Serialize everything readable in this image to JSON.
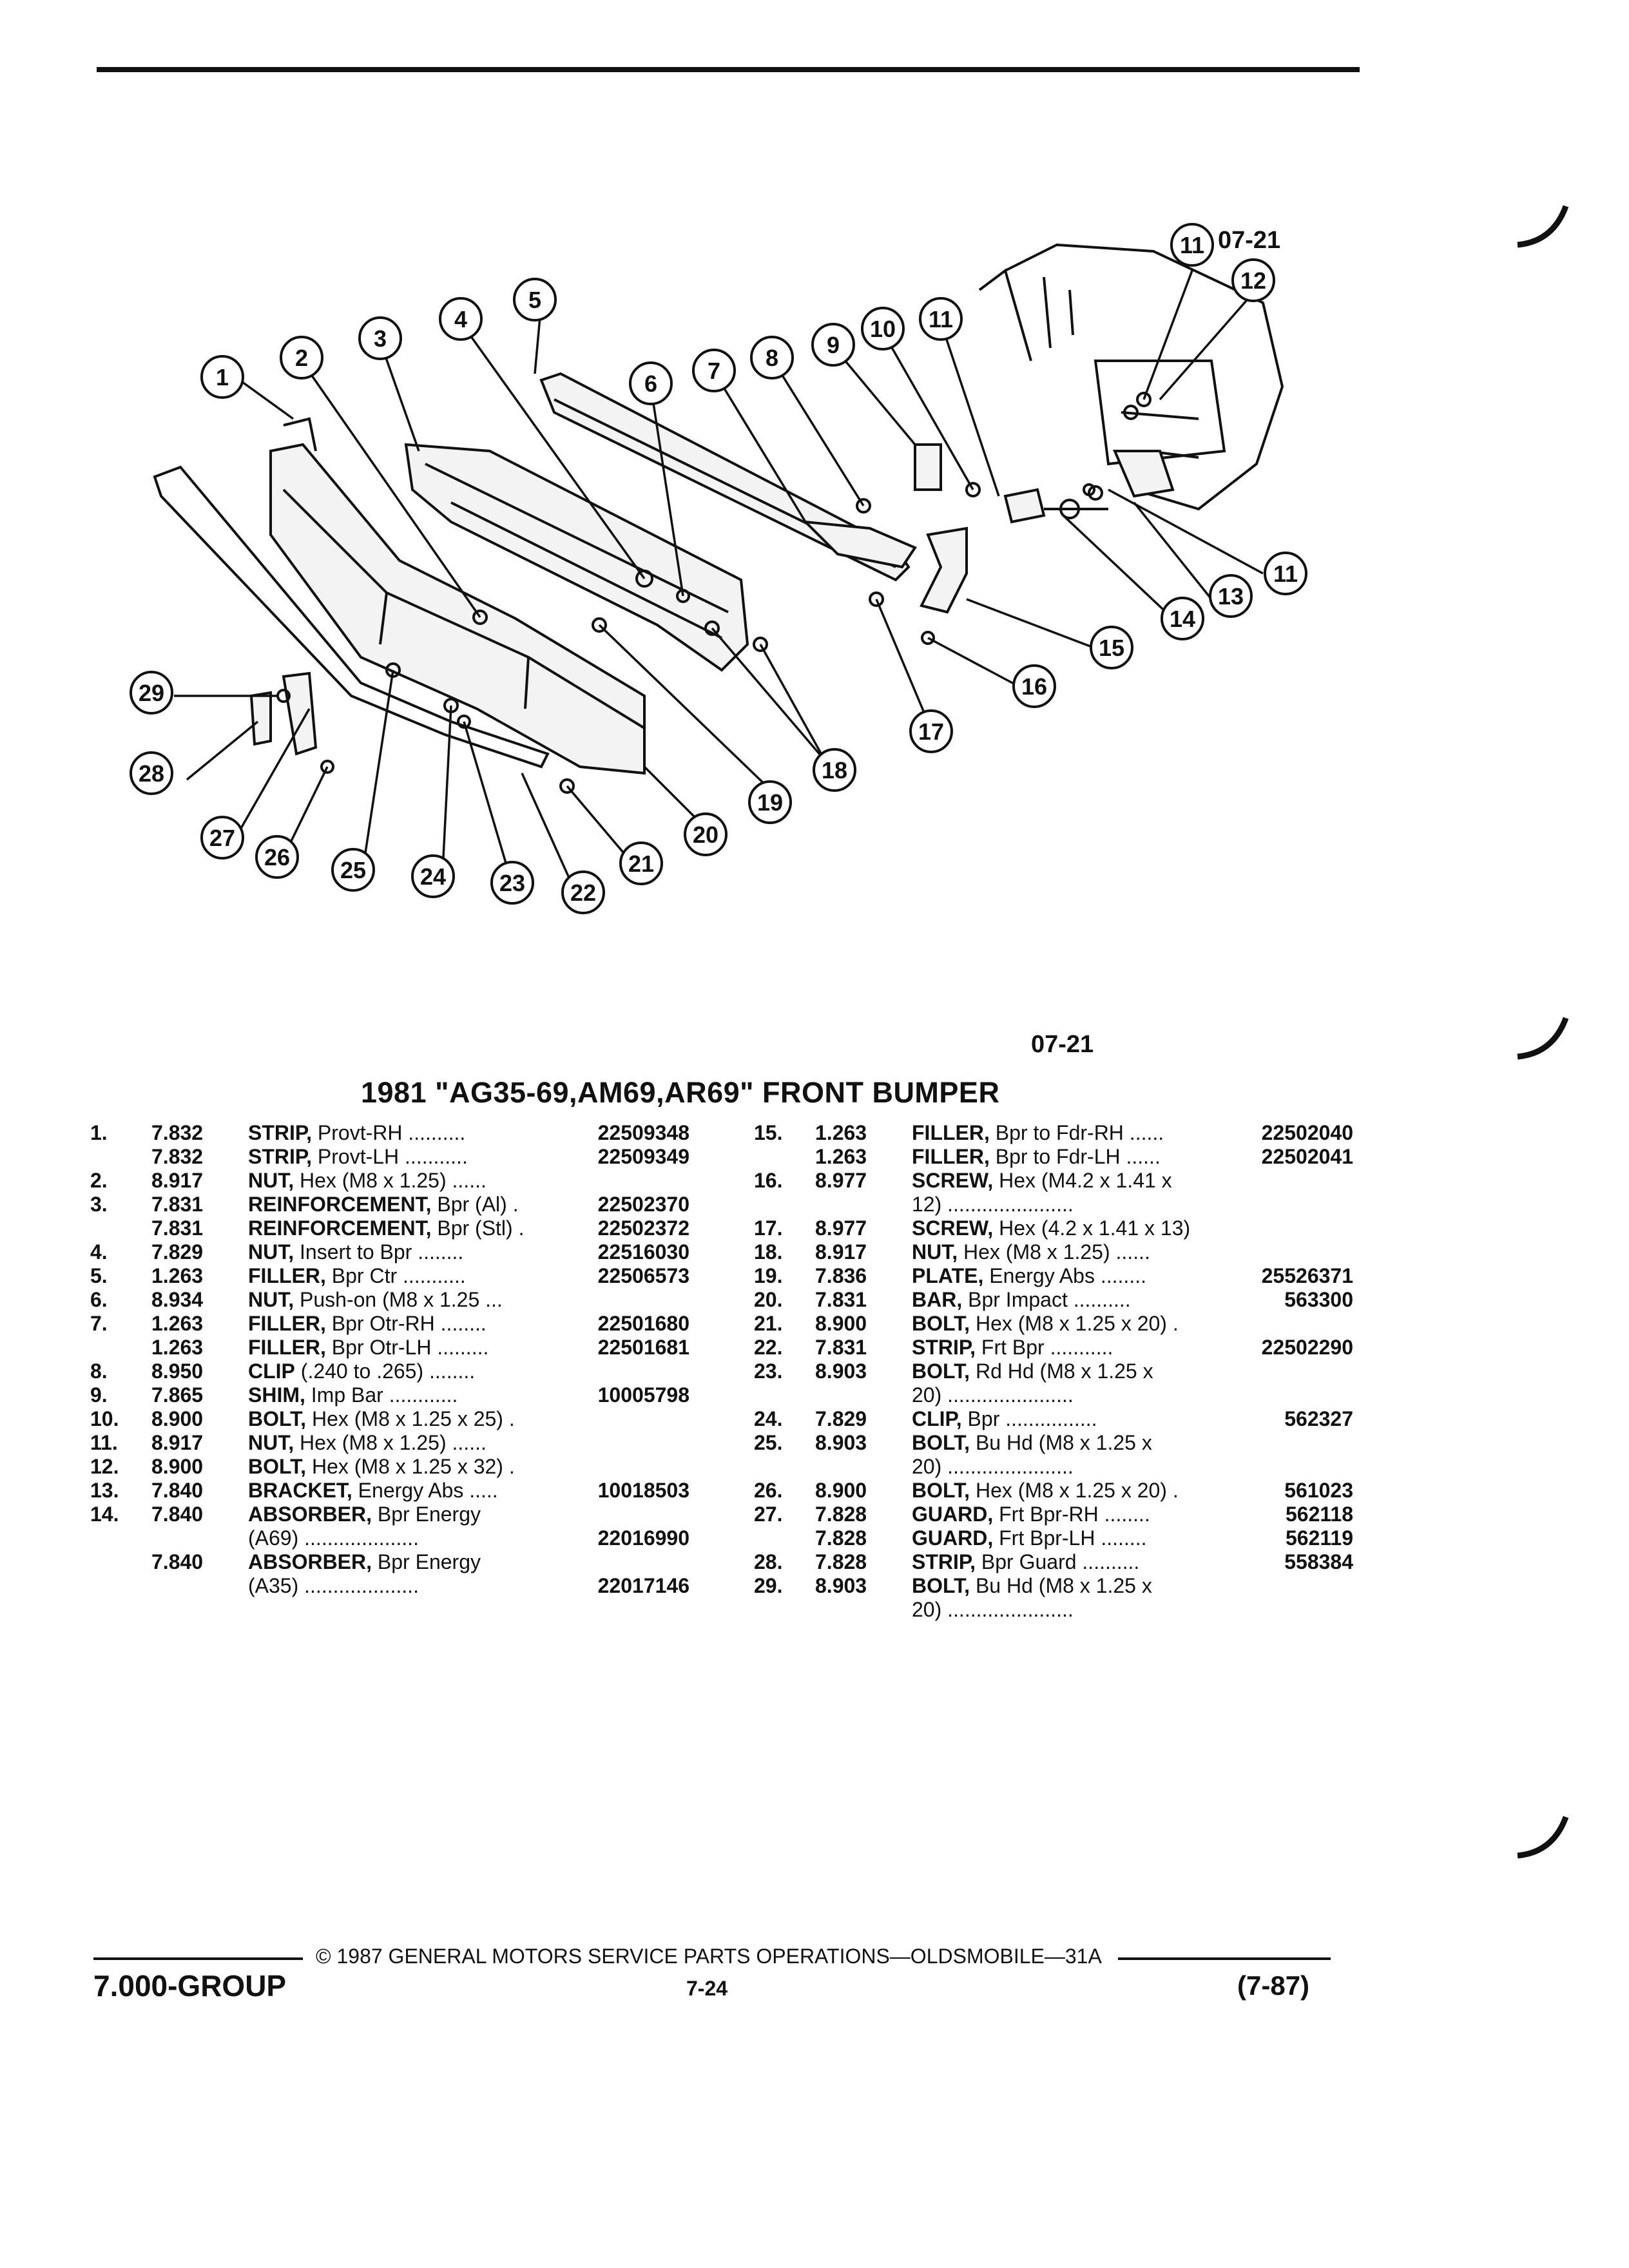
{
  "figure": {
    "code_top": "07-21",
    "code_bottom": "07-21",
    "callouts": [
      "1",
      "2",
      "3",
      "4",
      "5",
      "6",
      "7",
      "8",
      "9",
      "10",
      "11",
      "12",
      "13",
      "14",
      "15",
      "16",
      "17",
      "18",
      "19",
      "20",
      "21",
      "22",
      "23",
      "24",
      "25",
      "26",
      "27",
      "28",
      "29"
    ]
  },
  "title": "1981 \"AG35-69,AM69,AR69\" FRONT BUMPER",
  "parts_left": [
    {
      "num": "1.",
      "group": "7.832",
      "name": "STRIP,",
      "desc": "Provt-RH",
      "dots": " ..........",
      "part": "22509348"
    },
    {
      "num": "",
      "group": "7.832",
      "name": "STRIP,",
      "desc": "Provt-LH",
      "dots": " ...........",
      "part": "22509349"
    },
    {
      "num": "2.",
      "group": "8.917",
      "name": "NUT,",
      "desc": "Hex (M8 x 1.25)",
      "dots": " ......",
      "part": ""
    },
    {
      "num": "3.",
      "group": "7.831",
      "name": "REINFORCEMENT,",
      "desc": "Bpr (Al)",
      "dots": " .",
      "part": "22502370"
    },
    {
      "num": "",
      "group": "7.831",
      "name": "REINFORCEMENT,",
      "desc": "Bpr (Stl)",
      "dots": " .",
      "part": "22502372"
    },
    {
      "num": "4.",
      "group": "7.829",
      "name": "NUT,",
      "desc": "Insert to Bpr",
      "dots": " ........",
      "part": "22516030"
    },
    {
      "num": "5.",
      "group": "1.263",
      "name": "FILLER,",
      "desc": "Bpr Ctr",
      "dots": " ...........",
      "part": "22506573"
    },
    {
      "num": "6.",
      "group": "8.934",
      "name": "NUT,",
      "desc": "Push-on (M8 x 1.25",
      "dots": " ...",
      "part": ""
    },
    {
      "num": "7.",
      "group": "1.263",
      "name": "FILLER,",
      "desc": "Bpr Otr-RH",
      "dots": " ........",
      "part": "22501680"
    },
    {
      "num": "",
      "group": "1.263",
      "name": "FILLER,",
      "desc": "Bpr Otr-LH",
      "dots": " .........",
      "part": "22501681"
    },
    {
      "num": "8.",
      "group": "8.950",
      "name": "CLIP",
      "desc": "(.240 to .265)",
      "dots": " ........",
      "part": ""
    },
    {
      "num": "9.",
      "group": "7.865",
      "name": "SHIM,",
      "desc": "Imp Bar",
      "dots": " ............",
      "part": "10005798"
    },
    {
      "num": "10.",
      "group": "8.900",
      "name": "BOLT,",
      "desc": "Hex (M8 x 1.25 x 25)",
      "dots": " .",
      "part": ""
    },
    {
      "num": "11.",
      "group": "8.917",
      "name": "NUT,",
      "desc": "Hex (M8 x 1.25)",
      "dots": " ......",
      "part": ""
    },
    {
      "num": "12.",
      "group": "8.900",
      "name": "BOLT,",
      "desc": "Hex (M8 x 1.25 x 32)",
      "dots": " .",
      "part": ""
    },
    {
      "num": "13.",
      "group": "7.840",
      "name": "BRACKET,",
      "desc": "Energy Abs",
      "dots": " .....",
      "part": "10018503"
    },
    {
      "num": "14.",
      "group": "7.840",
      "name": "ABSORBER,",
      "desc": "Bpr Energy",
      "dots": "",
      "part": ""
    },
    {
      "num": "",
      "group": "",
      "name": "",
      "desc": "(A69)",
      "dots": " ....................",
      "part": "22016990"
    },
    {
      "num": "",
      "group": "7.840",
      "name": "ABSORBER,",
      "desc": "Bpr Energy",
      "dots": "",
      "part": ""
    },
    {
      "num": "",
      "group": "",
      "name": "",
      "desc": "(A35)",
      "dots": " ....................",
      "part": "22017146"
    }
  ],
  "parts_right": [
    {
      "num": "15.",
      "group": "1.263",
      "name": "FILLER,",
      "desc": "Bpr to Fdr-RH",
      "dots": " ......",
      "part": "22502040"
    },
    {
      "num": "",
      "group": "1.263",
      "name": "FILLER,",
      "desc": "Bpr to Fdr-LH",
      "dots": " ......",
      "part": "22502041"
    },
    {
      "num": "16.",
      "group": "8.977",
      "name": "SCREW,",
      "desc": "Hex (M4.2 x 1.41 x",
      "dots": "",
      "part": ""
    },
    {
      "num": "",
      "group": "",
      "name": "",
      "desc": "12)",
      "dots": " ......................",
      "part": ""
    },
    {
      "num": "17.",
      "group": "8.977",
      "name": "SCREW,",
      "desc": "Hex (4.2 x 1.41 x 13)",
      "dots": "",
      "part": ""
    },
    {
      "num": "18.",
      "group": "8.917",
      "name": "NUT,",
      "desc": "Hex (M8 x 1.25)",
      "dots": " ......",
      "part": ""
    },
    {
      "num": "19.",
      "group": "7.836",
      "name": "PLATE,",
      "desc": "Energy Abs",
      "dots": " ........",
      "part": "25526371"
    },
    {
      "num": "20.",
      "group": "7.831",
      "name": "BAR,",
      "desc": "Bpr Impact",
      "dots": " ..........",
      "part": "563300"
    },
    {
      "num": "21.",
      "group": "8.900",
      "name": "BOLT,",
      "desc": "Hex (M8 x 1.25 x 20)",
      "dots": " .",
      "part": ""
    },
    {
      "num": "22.",
      "group": "7.831",
      "name": "STRIP,",
      "desc": "Frt Bpr",
      "dots": " ...........",
      "part": "22502290"
    },
    {
      "num": "23.",
      "group": "8.903",
      "name": "BOLT,",
      "desc": "Rd Hd (M8 x 1.25 x",
      "dots": "",
      "part": ""
    },
    {
      "num": "",
      "group": "",
      "name": "",
      "desc": "20)",
      "dots": " ......................",
      "part": ""
    },
    {
      "num": "24.",
      "group": "7.829",
      "name": "CLIP,",
      "desc": "Bpr",
      "dots": " ................",
      "part": "562327"
    },
    {
      "num": "25.",
      "group": "8.903",
      "name": "BOLT,",
      "desc": "Bu Hd (M8 x 1.25 x",
      "dots": "",
      "part": ""
    },
    {
      "num": "",
      "group": "",
      "name": "",
      "desc": "20)",
      "dots": " ......................",
      "part": ""
    },
    {
      "num": "26.",
      "group": "8.900",
      "name": "BOLT,",
      "desc": "Hex (M8 x 1.25 x 20)",
      "dots": " .",
      "part": "561023"
    },
    {
      "num": "27.",
      "group": "7.828",
      "name": "GUARD,",
      "desc": "Frt Bpr-RH",
      "dots": " ........",
      "part": "562118"
    },
    {
      "num": "",
      "group": "7.828",
      "name": "GUARD,",
      "desc": "Frt Bpr-LH",
      "dots": " ........",
      "part": "562119"
    },
    {
      "num": "28.",
      "group": "7.828",
      "name": "STRIP,",
      "desc": "Bpr Guard",
      "dots": " ..........",
      "part": "558384"
    },
    {
      "num": "29.",
      "group": "8.903",
      "name": "BOLT,",
      "desc": "Bu Hd (M8 x 1.25 x",
      "dots": "",
      "part": ""
    },
    {
      "num": "",
      "group": "",
      "name": "",
      "desc": "20)",
      "dots": " ......................",
      "part": ""
    }
  ],
  "footer": {
    "copyright": "© 1987 GENERAL MOTORS SERVICE PARTS OPERATIONS—OLDSMOBILE—31A",
    "group": "7.000-GROUP",
    "page": "7-24",
    "date": "(7-87)"
  }
}
